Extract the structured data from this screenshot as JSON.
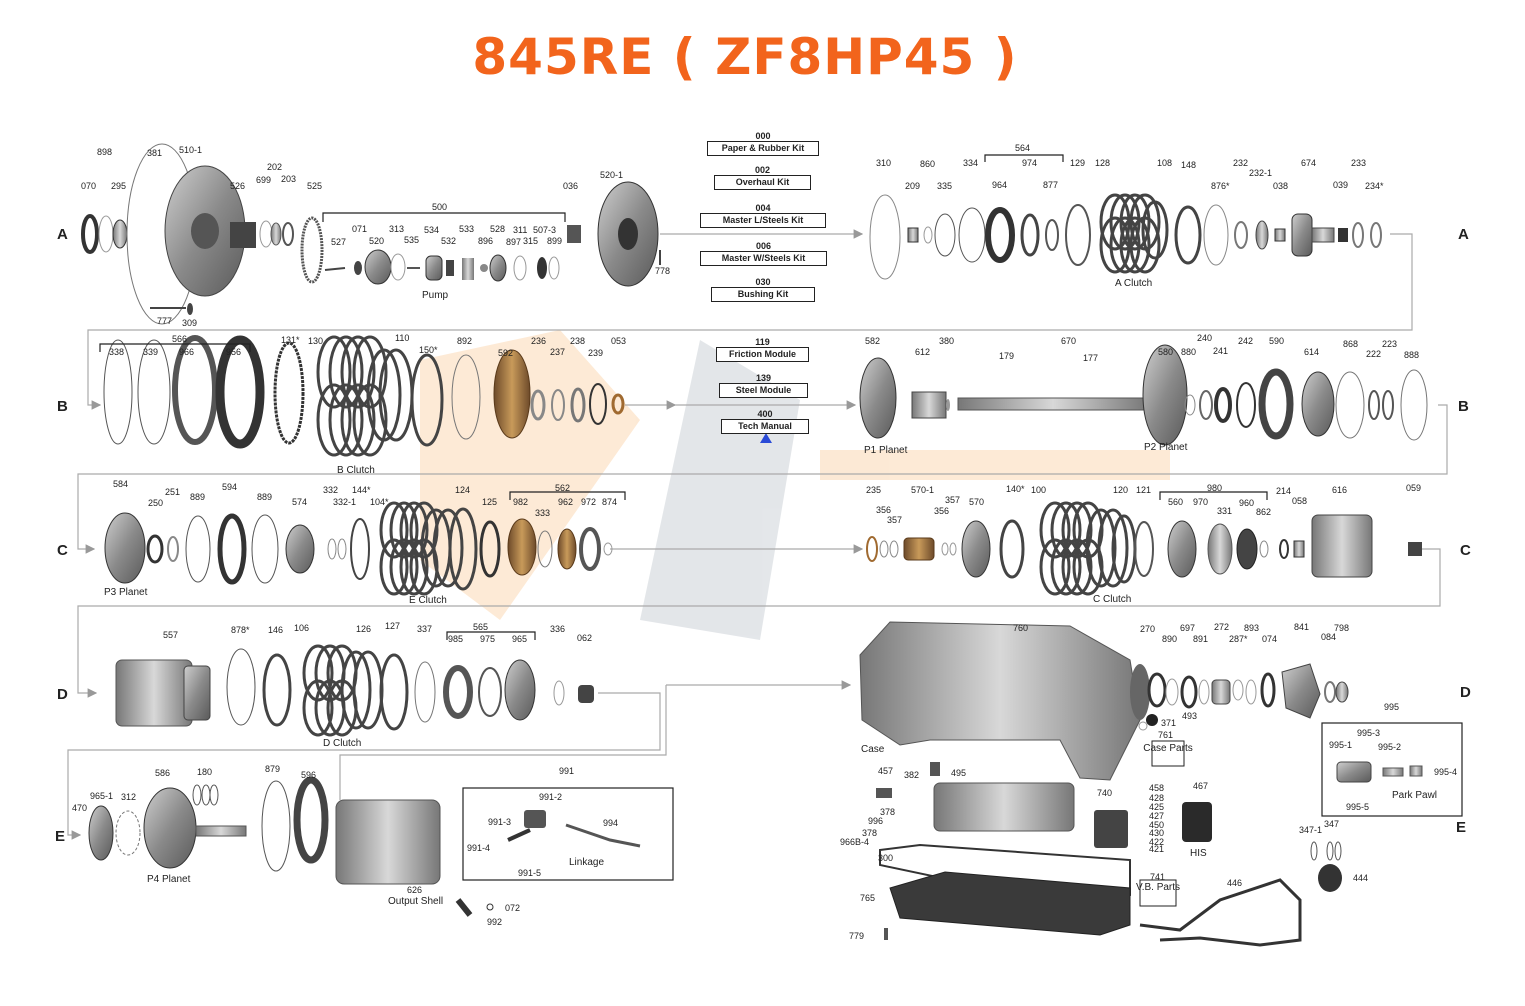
{
  "title": "845RE ( ZF8HP45 )",
  "rows": [
    "A",
    "B",
    "C",
    "D",
    "E"
  ],
  "kits": [
    {
      "code": "000",
      "name": "Paper & Rubber Kit"
    },
    {
      "code": "002",
      "name": "Overhaul Kit"
    },
    {
      "code": "004",
      "name": "Master L/Steels Kit"
    },
    {
      "code": "006",
      "name": "Master W/Steels Kit"
    },
    {
      "code": "030",
      "name": "Bushing Kit"
    },
    {
      "code": "119",
      "name": "Friction Module"
    },
    {
      "code": "139",
      "name": "Steel Module"
    },
    {
      "code": "400",
      "name": "Tech Manual"
    }
  ],
  "groups": [
    "Pump",
    "A Clutch",
    "B Clutch",
    "P1 Planet",
    "P2 Planet",
    "P3 Planet",
    "E Clutch",
    "C Clutch",
    "D Clutch",
    "Case",
    "P4 Planet",
    "Output Shell",
    "Linkage",
    "HIS",
    "Park Pawl"
  ],
  "boxed_labels": [
    "Case Parts",
    "V.B. Parts"
  ],
  "part_numbers": {
    "row_a": [
      "070",
      "898",
      "381",
      "510-1",
      "295",
      "526",
      "699",
      "202",
      "203",
      "525",
      "500",
      "527",
      "071",
      "520",
      "313",
      "535",
      "534",
      "532",
      "533",
      "896",
      "528",
      "897",
      "311",
      "315",
      "507-3",
      "899",
      "036",
      "520-1",
      "778",
      "777",
      "309",
      "310",
      "209",
      "860",
      "335",
      "334",
      "964",
      "564",
      "974",
      "877",
      "129",
      "128",
      "108",
      "148",
      "876*",
      "232",
      "232-1",
      "038",
      "674",
      "039",
      "233",
      "234*"
    ],
    "row_b": [
      "566",
      "338",
      "339",
      "966",
      "956",
      "131*",
      "130",
      "110",
      "150*",
      "892",
      "592",
      "236",
      "237",
      "238",
      "239",
      "053",
      "582",
      "612",
      "380",
      "179",
      "670",
      "177",
      "580",
      "880",
      "240",
      "241",
      "242",
      "590",
      "614",
      "868",
      "222",
      "223",
      "888"
    ],
    "row_c": [
      "584",
      "250",
      "251",
      "889",
      "594",
      "889",
      "574",
      "332",
      "332-1",
      "144*",
      "104*",
      "124",
      "125",
      "562",
      "982",
      "333",
      "962",
      "972",
      "874",
      "235",
      "356",
      "357",
      "570-1",
      "357",
      "356",
      "570",
      "140*",
      "100",
      "120",
      "121",
      "560",
      "970",
      "980",
      "331",
      "960",
      "862",
      "214",
      "058",
      "616",
      "059"
    ],
    "row_d": [
      "557",
      "878*",
      "146",
      "106",
      "126",
      "127",
      "337",
      "565",
      "985",
      "975",
      "965",
      "336",
      "062",
      "760",
      "270",
      "890",
      "697",
      "891",
      "272",
      "287*",
      "893",
      "074",
      "841",
      "084",
      "798",
      "493",
      "371",
      "761"
    ],
    "row_e": [
      "470",
      "965-1",
      "312",
      "586",
      "180",
      "879",
      "596",
      "991",
      "991-2",
      "991-3",
      "994",
      "991-4",
      "991-5",
      "626",
      "072",
      "992",
      "457",
      "382",
      "495",
      "740",
      "378",
      "996",
      "378",
      "966B-4",
      "458",
      "428",
      "425",
      "427",
      "450",
      "430",
      "422",
      "421",
      "467",
      "300",
      "741",
      "446",
      "444",
      "765",
      "779",
      "995",
      "995-3",
      "995-1",
      "995-2",
      "995-4",
      "995-5",
      "347-1",
      "347"
    ]
  }
}
